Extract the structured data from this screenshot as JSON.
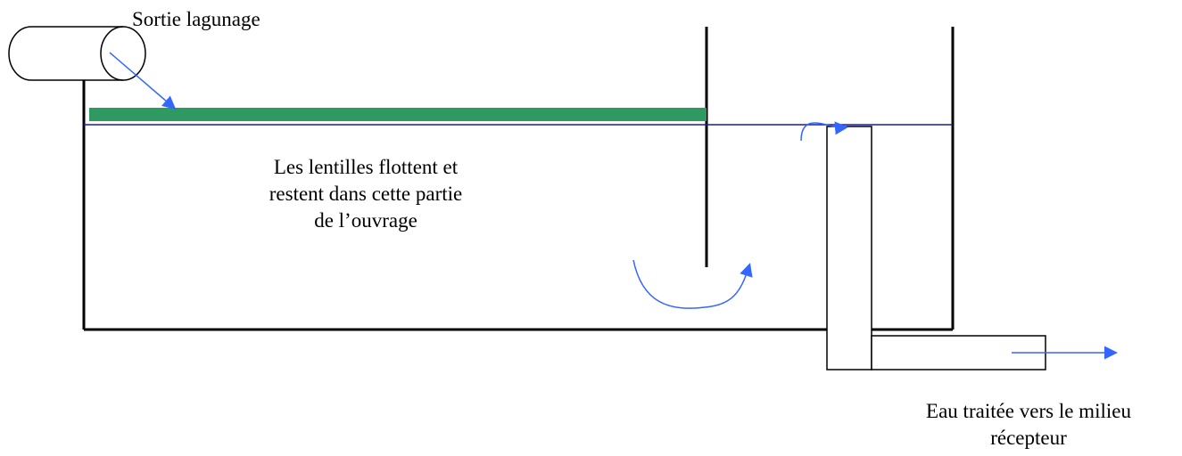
{
  "labels": {
    "inlet": "Sortie lagunage",
    "center_lines": [
      "Les lentilles flottent et",
      "restent dans cette partie",
      "de l’ouvrage"
    ],
    "outlet_lines": [
      "Eau traitée vers le milieu",
      "récepteur"
    ]
  },
  "colors": {
    "structure": "#000000",
    "water_line": "#1a1aa6",
    "duckweed_layer": "#2e9960",
    "flow_arrow": "#3366ff",
    "text": "#000000"
  }
}
